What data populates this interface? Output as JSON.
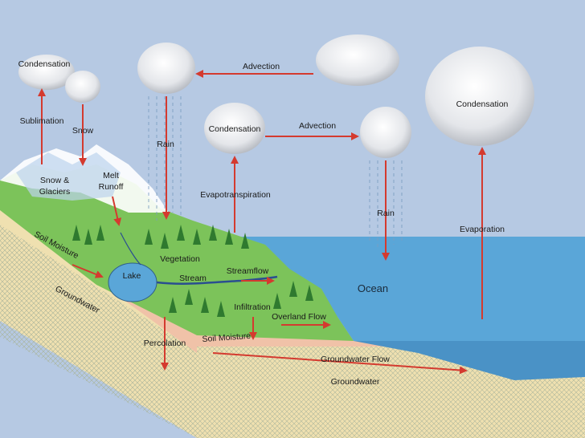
{
  "labels": {
    "condensation_left": "Condensation",
    "sublimation": "Sublimation",
    "snow": "Snow",
    "advection_top": "Advection",
    "rain_left": "Rain",
    "condensation_middle": "Condensation",
    "advection_middle": "Advection",
    "condensation_right": "Condensation",
    "snow_glaciers_line1": "Snow &",
    "snow_glaciers_line2": "Glaciers",
    "melt_runoff_line1": "Melt",
    "melt_runoff_line2": "Runoff",
    "evapotranspiration": "Evapotranspiration",
    "rain_ocean": "Rain",
    "evaporation": "Evaporation",
    "soil_moisture_left": "Soil Moisture",
    "vegetation": "Vegetation",
    "lake": "Lake",
    "stream": "Stream",
    "streamflow": "Streamflow",
    "ocean": "Ocean",
    "groundwater_left": "Groundwater",
    "infiltration": "Infiltration",
    "overland_flow": "Overland Flow",
    "percolation": "Percolation",
    "soil_moisture_bottom": "Soil Moisture",
    "groundwater_flow": "Groundwater Flow",
    "groundwater_bottom": "Groundwater"
  },
  "colors": {
    "sky": "#b6c9e3",
    "ocean": "#5aa6d8",
    "land_green": "#7cc35a",
    "soil": "#f0c2a8",
    "ground": "#efe0b0",
    "arrow": "#d43a2f"
  }
}
